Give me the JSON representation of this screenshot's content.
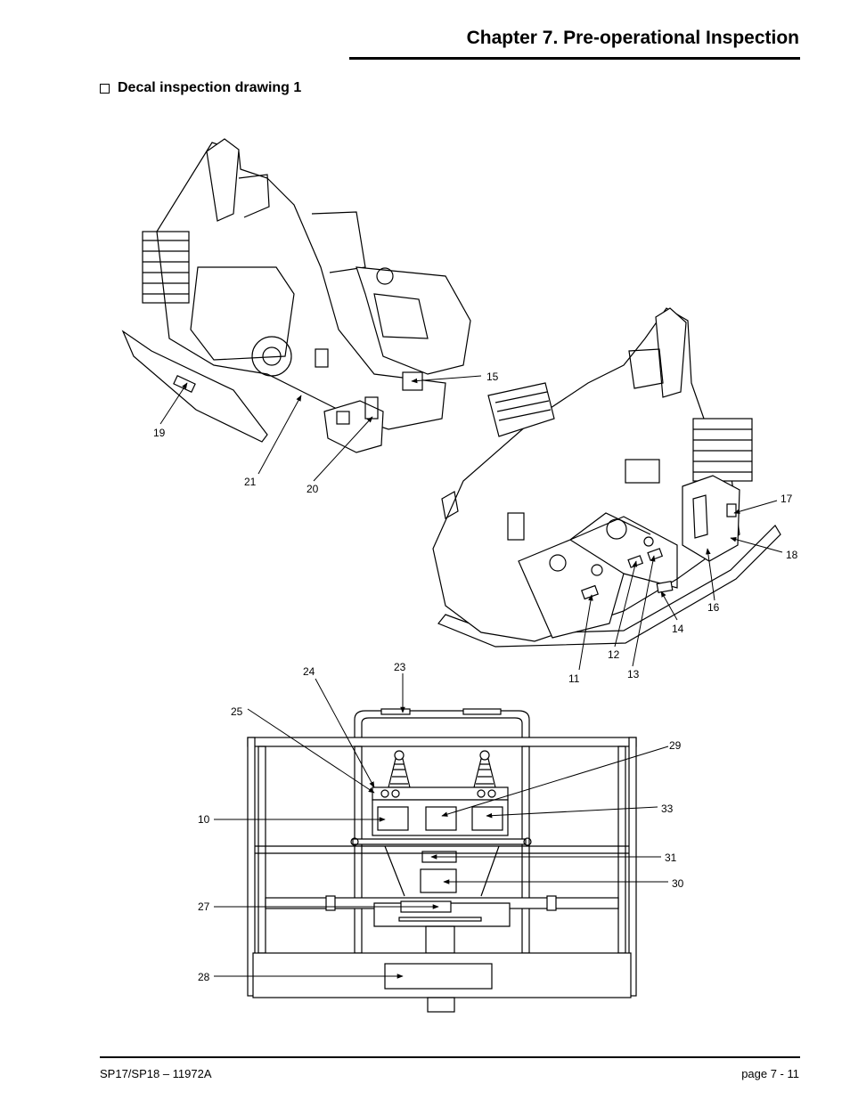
{
  "header": {
    "chapter_title": "Chapter 7.  Pre-operational Inspection"
  },
  "section": {
    "heading": "Decal inspection drawing 1"
  },
  "callouts": [
    "15",
    "19",
    "21",
    "20",
    "17",
    "18",
    "16",
    "14",
    "12",
    "13",
    "11",
    "23",
    "24",
    "25",
    "29",
    "10",
    "33",
    "31",
    "30",
    "27",
    "28"
  ],
  "footer": {
    "document_id": "SP17/SP18 – 11972A",
    "page_number": "page  7 - 11"
  }
}
